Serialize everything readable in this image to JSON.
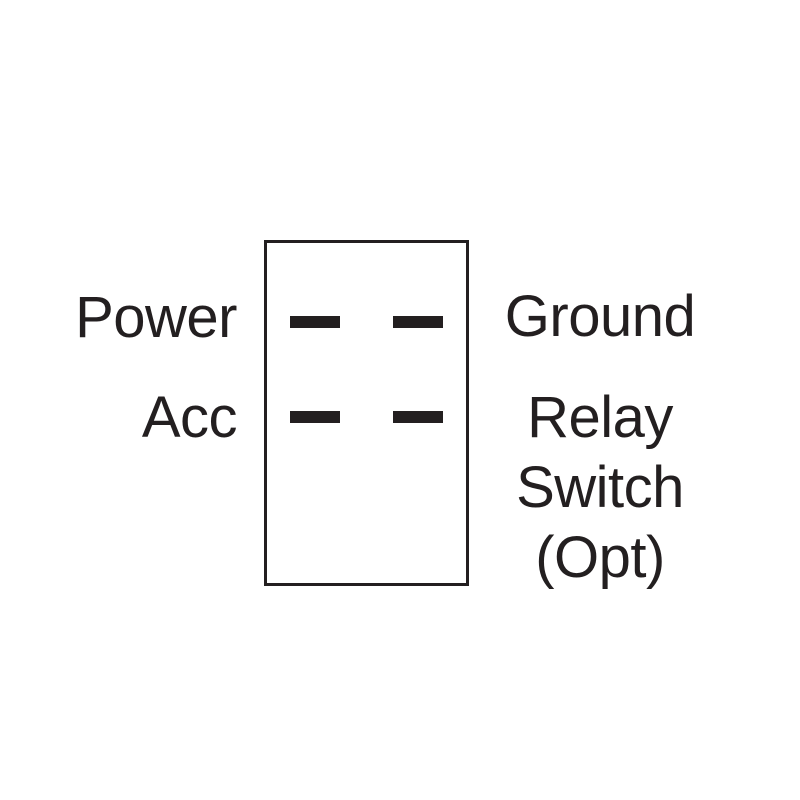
{
  "page": {
    "background": "#ffffff"
  },
  "switch_diagram": {
    "description": "4-terminal rocker switch wiring diagram",
    "body": {
      "stroke_color": "#231f20",
      "fill_color": "#ffffff"
    },
    "terminals": {
      "count": 4,
      "color": "#231f20",
      "positions": [
        "top-left",
        "top-right",
        "bottom-left",
        "bottom-right"
      ]
    },
    "labels": {
      "power": "Power",
      "acc": "Acc",
      "ground": "Ground",
      "relay": [
        "Relay",
        "Switch",
        "(Opt)"
      ]
    }
  }
}
